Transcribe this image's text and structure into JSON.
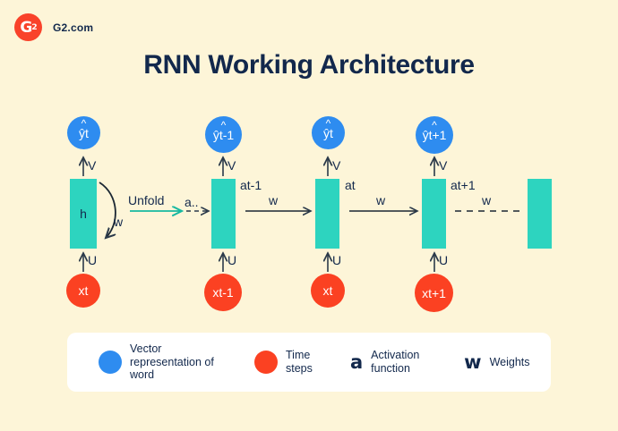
{
  "brand": {
    "logo_text": "G",
    "logo_sup": "2",
    "name": "G2.com",
    "logo_color": "#F9422A"
  },
  "page": {
    "title": "RNN Working Architecture",
    "background": "#FDF5D8",
    "title_color": "#12284C"
  },
  "palette": {
    "blue": "#2E8CF0",
    "red": "#FB4122",
    "teal": "#2DD4BF",
    "navy": "#12284C",
    "white": "#FFFFFF"
  },
  "diagram": {
    "folded": {
      "output_node": "ŷt",
      "output_weight": "V",
      "hidden_label": "h",
      "input_weight": "U",
      "input_node": "xt",
      "recurrent_weight": "w"
    },
    "unfold_label": "Unfold",
    "ellipsis_label": "a..",
    "steps": [
      {
        "output_node": "ŷt-1",
        "output_weight": "V",
        "state_label": "at-1",
        "input_weight": "U",
        "input_node": "xt-1",
        "transition_weight": "w"
      },
      {
        "output_node": "ŷt",
        "output_weight": "V",
        "state_label": "at",
        "input_weight": "U",
        "input_node": "xt",
        "transition_weight": "w"
      },
      {
        "output_node": "ŷt+1",
        "output_weight": "V",
        "state_label": "at+1",
        "input_weight": "U",
        "input_node": "xt+1",
        "transition_weight": "w"
      }
    ],
    "trailing_state": ""
  },
  "legend": {
    "items": [
      {
        "marker": "circle",
        "color": "#2E8CF0",
        "label": "Vector representation of word"
      },
      {
        "marker": "circle",
        "color": "#FB4122",
        "label": "Time steps"
      },
      {
        "marker": "glyph",
        "glyph": "a",
        "label": "Activation function"
      },
      {
        "marker": "glyph",
        "glyph": "w",
        "label": "Weights"
      }
    ]
  }
}
